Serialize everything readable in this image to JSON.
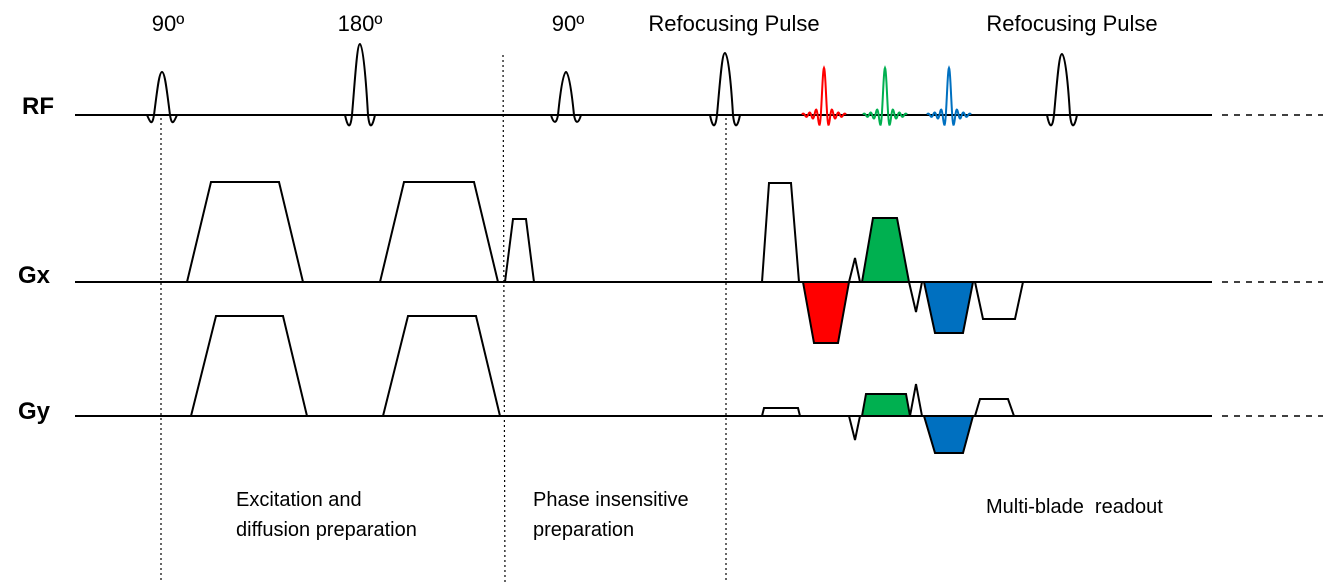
{
  "pulse_labels": [
    "90º",
    "180º",
    "90º",
    "Refocusing Pulse",
    "Refocusing Pulse"
  ],
  "axis_labels": {
    "rf": "RF",
    "gx": "Gx",
    "gy": "Gy"
  },
  "section_labels": {
    "excitation": [
      "Excitation and",
      "diffusion preparation"
    ],
    "phase": [
      "Phase insensitive",
      "preparation"
    ],
    "readout": "Multi-blade  readout"
  },
  "colors": {
    "blade1": "#ff0000",
    "blade2": "#00b050",
    "blade3": "#0070c0",
    "line": "#000000"
  }
}
